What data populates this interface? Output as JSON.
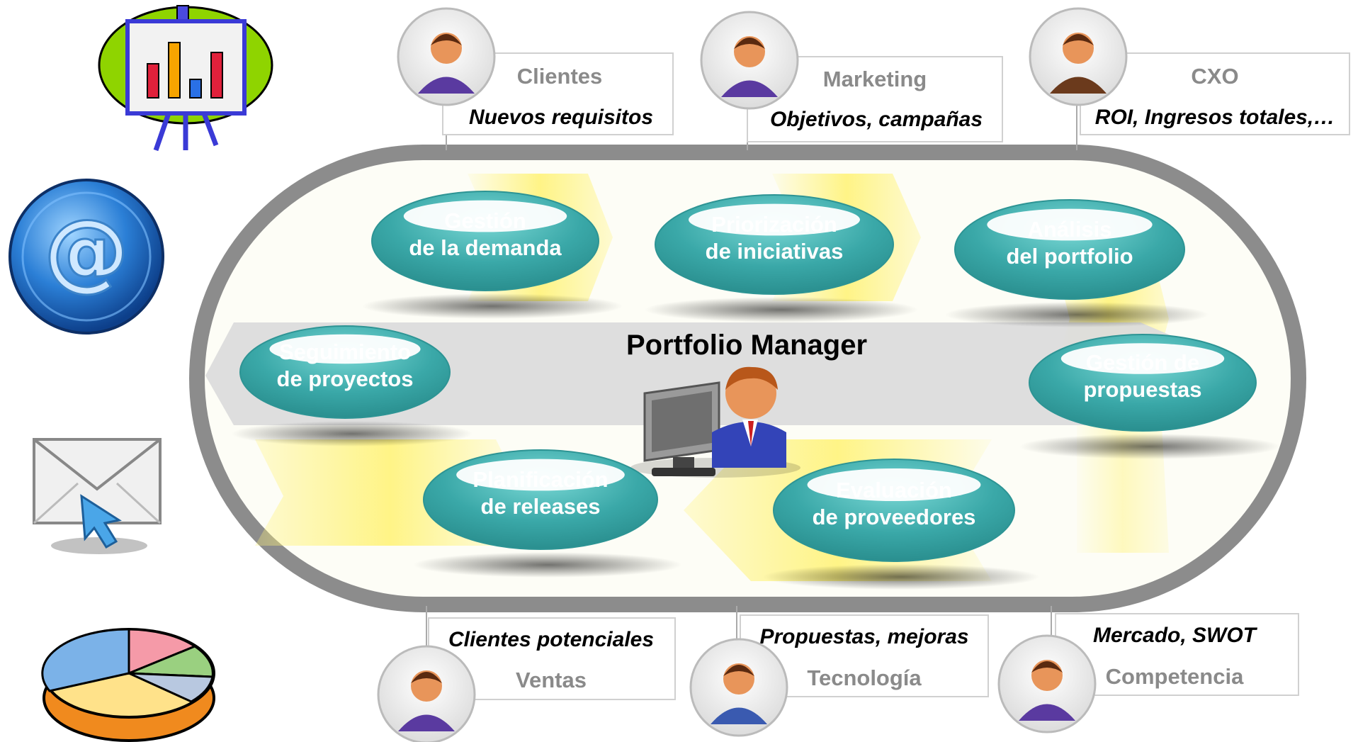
{
  "center": {
    "title": "Portfolio Manager",
    "icon": "manager-at-computer-icon"
  },
  "processes": [
    {
      "id": "demanda",
      "line1": "Gestión",
      "line2": "de la demanda"
    },
    {
      "id": "priorizacion",
      "line1": "Priorización",
      "line2": "de iniciativas"
    },
    {
      "id": "analisis",
      "line1": "Análisis",
      "line2": "del portfolio"
    },
    {
      "id": "seguimiento",
      "line1": "Seguimiento",
      "line2": "de proyectos"
    },
    {
      "id": "propuestas",
      "line1": "Gestión de",
      "line2": "propuestas"
    },
    {
      "id": "releases",
      "line1": "Planificación",
      "line2": "de releases"
    },
    {
      "id": "proveedores",
      "line1": "Evaluación",
      "line2": "de proveedores"
    }
  ],
  "stakeholders_top": [
    {
      "role": "Clientes",
      "note": "Nuevos requisitos",
      "icon": "clients-icon"
    },
    {
      "role": "Marketing",
      "note": "Objetivos, campañas",
      "icon": "headset-operator-icon"
    },
    {
      "role": "CXO",
      "note": "ROI, Ingresos totales,…",
      "icon": "executive-icon"
    }
  ],
  "stakeholders_bottom": [
    {
      "role": "Ventas",
      "note": "Clientes potenciales",
      "icon": "salesperson-icon"
    },
    {
      "role": "Tecnología",
      "note": "Propuestas, mejoras",
      "icon": "technician-icon"
    },
    {
      "role": "Competencia",
      "note": "Mercado, SWOT",
      "icon": "newspaper-reader-icon"
    }
  ],
  "side_icons": [
    "presentation-chart-icon",
    "at-sign-icon",
    "email-envelope-icon",
    "pie-chart-icon"
  ],
  "colors": {
    "bubble": "#3aa8a8",
    "bubble_light": "#6fd1cf",
    "ring": "#8c8c8c",
    "arrow": "#fff46a"
  }
}
